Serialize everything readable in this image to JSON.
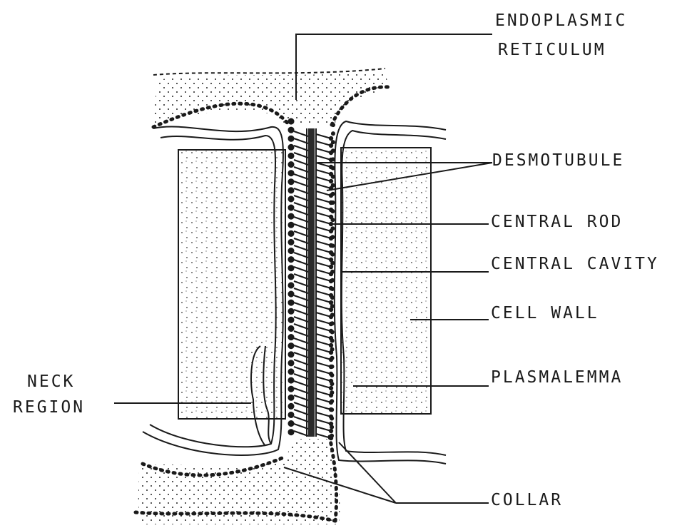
{
  "labels": {
    "er_line1": "ENDOPLASMIC",
    "er_line2": "RETICULUM",
    "desmotubule": "DESMOTUBULE",
    "central_rod": "CENTRAL ROD",
    "central_cavity": "CENTRAL CAVITY",
    "cell_wall": "CELL WALL",
    "plasmalemma": "PLASMALEMMA",
    "neck_line1": "NECK",
    "neck_line2": "REGION",
    "collar": "COLLAR"
  },
  "colors": {
    "ink": "#1a1a1a",
    "background": "#ffffff"
  }
}
